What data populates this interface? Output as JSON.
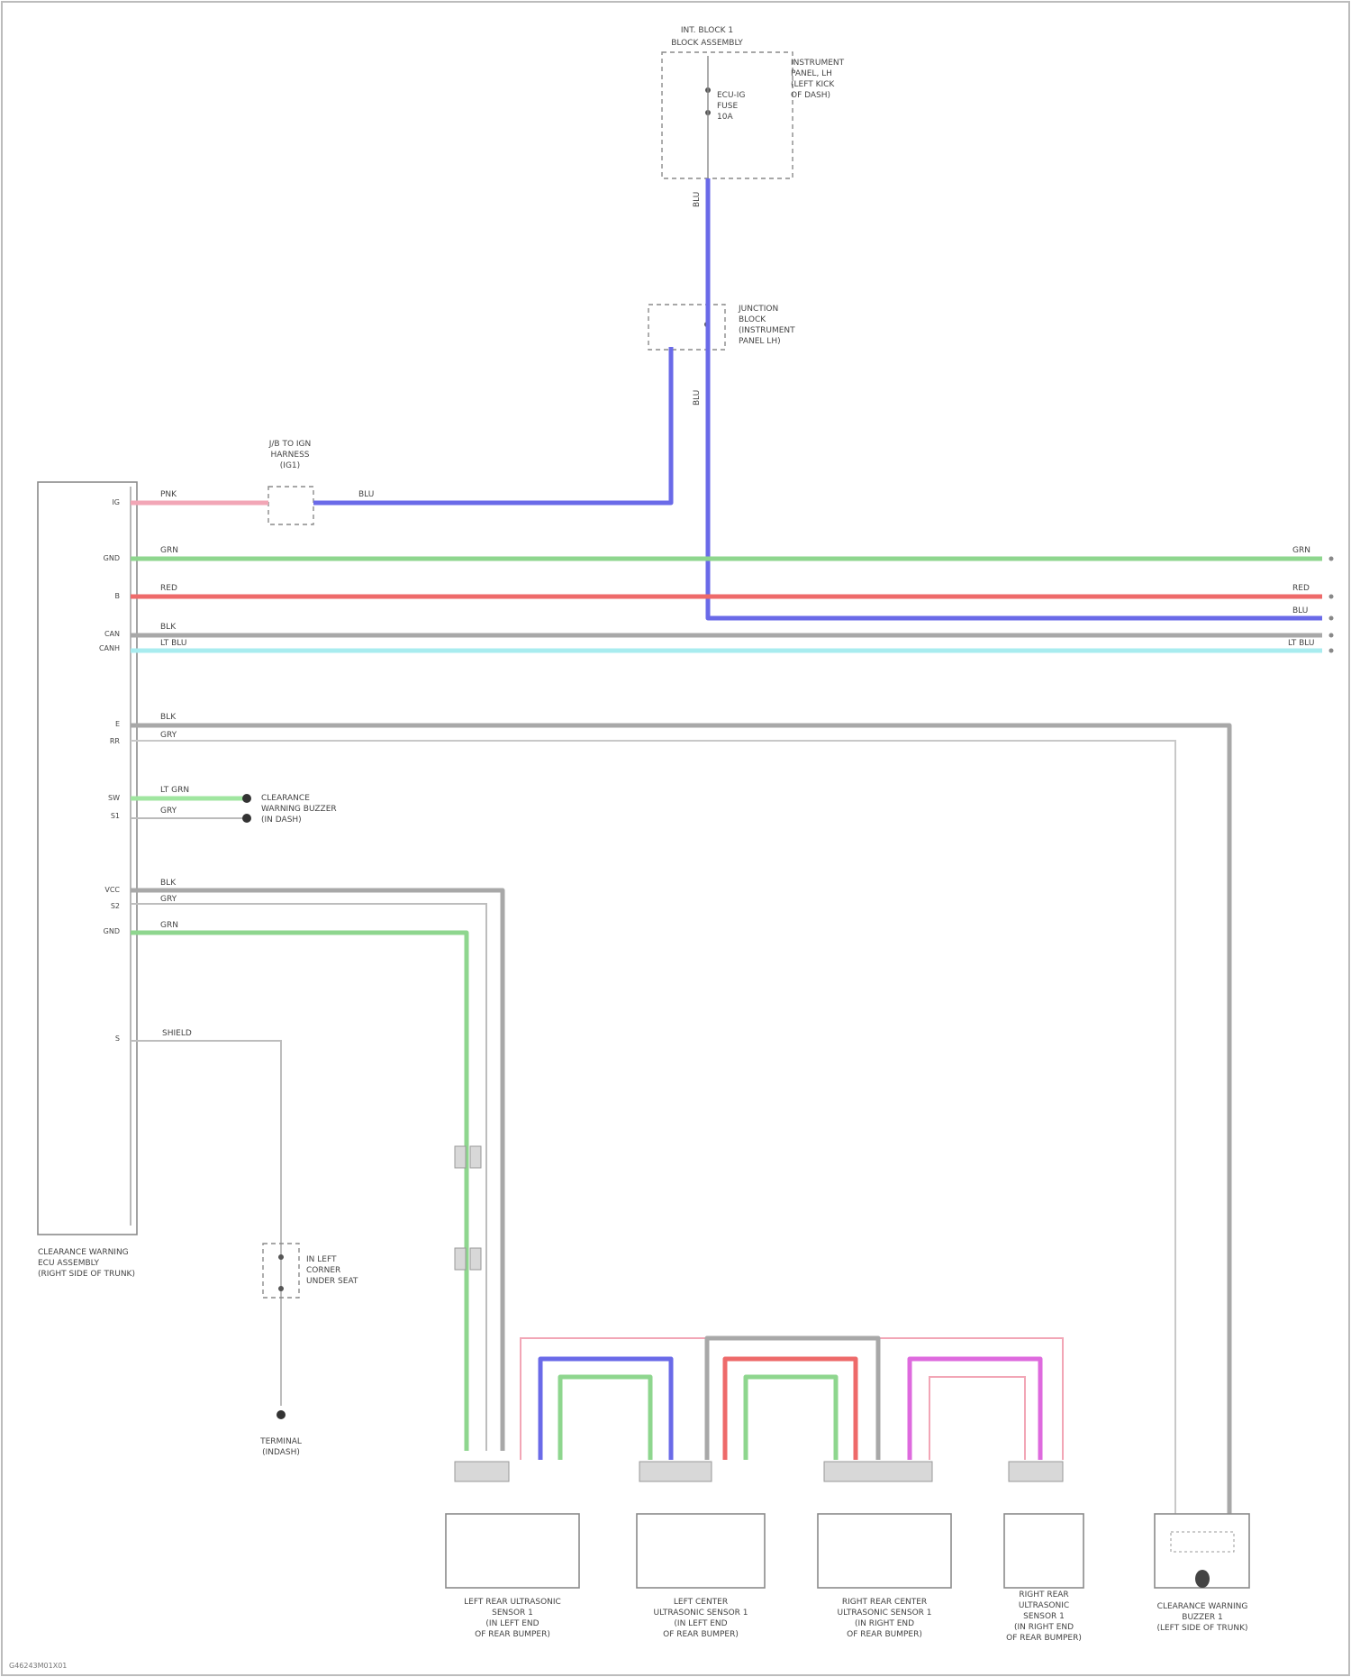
{
  "footer_code": "G46243M01X01",
  "components": {
    "relay_block": {
      "title_line1": "INT. BLOCK 1",
      "title_line2": "BLOCK ASSEMBLY",
      "inner_label": [
        "INSTRUMENT",
        "PANEL, LH",
        "(LEFT KICK",
        "OF DASH)"
      ],
      "fuse_label": [
        "ECU-IG",
        "FUSE",
        "10A"
      ]
    },
    "junction_block": {
      "label": [
        "JUNCTION",
        "BLOCK",
        "(INSTRUMENT",
        "PANEL LH)"
      ]
    },
    "ground_point": {
      "label": [
        "J/B TO IGN",
        "HARNESS",
        "(IG1)"
      ]
    },
    "main_ecu": {
      "label": [
        "CLEARANCE WARNING",
        "ECU ASSEMBLY",
        "(RIGHT SIDE OF TRUNK)"
      ]
    },
    "buzzer": {
      "label": [
        "CLEARANCE",
        "WARNING BUZZER",
        "(IN DASH)"
      ]
    },
    "instrument": {
      "label": [
        "IN LEFT",
        "CORNER",
        "UNDER SEAT"
      ]
    },
    "ground2": {
      "label": [
        "TERMINAL",
        "(INDASH)"
      ]
    },
    "sensors": [
      {
        "label": [
          "LEFT REAR ULTRASONIC",
          "SENSOR 1",
          "(IN LEFT END",
          "OF REAR BUMPER)"
        ]
      },
      {
        "label": [
          "LEFT CENTER",
          "ULTRASONIC SENSOR 1",
          "(IN LEFT END",
          "OF REAR BUMPER)"
        ]
      },
      {
        "label": [
          "RIGHT REAR CENTER",
          "ULTRASONIC SENSOR 1",
          "(IN RIGHT END",
          "OF REAR BUMPER)"
        ]
      },
      {
        "label": [
          "RIGHT REAR",
          "ULTRASONIC",
          "SENSOR 1",
          "(IN RIGHT END",
          "OF REAR BUMPER)"
        ]
      },
      {
        "label": [
          "CLEARANCE WARNING",
          "BUZZER 1",
          "(LEFT SIDE OF TRUNK)"
        ]
      }
    ]
  },
  "ecu_pins": [
    "IG",
    "GND",
    "B",
    "CAN",
    "CANH",
    "E",
    "RR",
    "SW",
    "S1",
    "VCC",
    "S2",
    "GND",
    "S"
  ],
  "wire_labels": {
    "pink": "PNK",
    "blue_top": "BLU",
    "blue_v1": "BLU",
    "blue_v2": "BLU",
    "green": "GRN",
    "red": "RED",
    "gray": "BLK",
    "cyan": "LT BLU",
    "gray2": "BLK",
    "gray3": "GRY",
    "lgreen": "LT GRN",
    "lgreen2": "GRY",
    "sens1": "BLK",
    "sens2": "GRY",
    "sens3": "GRN",
    "shield": "SHIELD",
    "right_green": "GRN",
    "right_red": "RED",
    "right_blue": "BLU",
    "right_gray": "LT BLU"
  },
  "colors": {
    "blue": "#6a6ae8",
    "green": "#8ed68e",
    "red": "#ee6a6a",
    "gray": "#a8a8a8",
    "cyan": "#a8ecef",
    "pink": "#f2a6b6",
    "magenta": "#de6ade",
    "lgreen": "#a0e6a0"
  }
}
